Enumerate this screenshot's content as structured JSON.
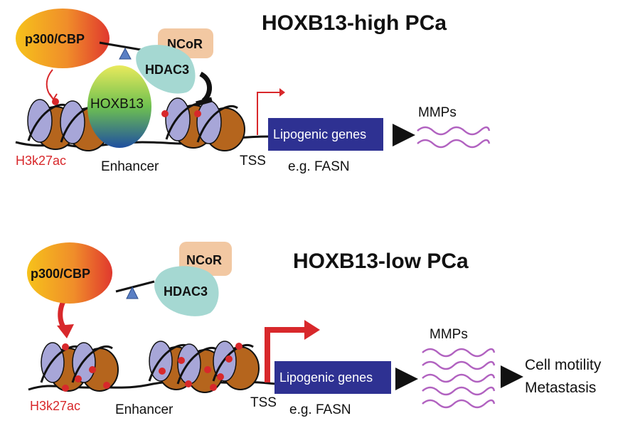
{
  "panels": [
    {
      "title": "HOXB13-high PCa",
      "coactivator": "p300/CBP",
      "corepressor": "NCoR",
      "deacetylase": "HDAC3",
      "tf": "HOXB13",
      "mark": "H3k27ac",
      "enhancer": "Enhancer",
      "tss": "TSS",
      "gene_box": "Lipogenic genes",
      "gene_example": "e.g. FASN",
      "product": "MMPs"
    },
    {
      "title": "HOXB13-low PCa",
      "coactivator": "p300/CBP",
      "corepressor": "NCoR",
      "deacetylase": "HDAC3",
      "mark": "H3k27ac",
      "enhancer": "Enhancer",
      "tss": "TSS",
      "gene_box": "Lipogenic genes",
      "gene_example": "e.g. FASN",
      "product": "MMPs",
      "outcome": [
        "Cell motility",
        "Metastasis"
      ]
    }
  ],
  "colors": {
    "acetyl_red": "#d8282b",
    "gene_box": "#2e3192",
    "wave": "#b162c0",
    "hdac": "#a5d8d2",
    "ncor": "#f2c8a2",
    "nucleosome_brown": "#b5651d",
    "histone_lavender": "#a7a6d8",
    "balance_blue": "#5a7fc4"
  }
}
